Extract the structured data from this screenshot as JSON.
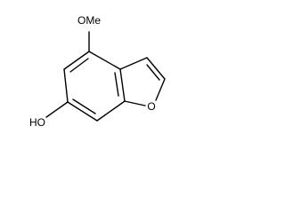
{
  "molecule": {
    "labels": {
      "methoxy": "OMe",
      "hydroxyl": "HO",
      "ring_oxygen": "O"
    }
  }
}
